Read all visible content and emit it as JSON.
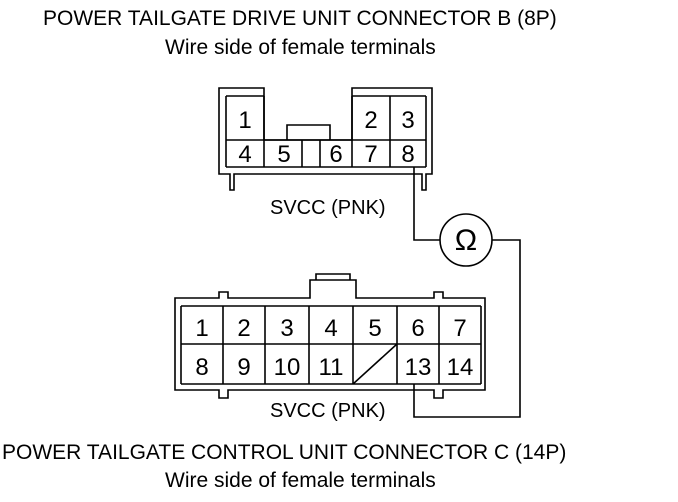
{
  "connector_b": {
    "title": "POWER TAILGATE DRIVE UNIT CONNECTOR B (8P)",
    "subtitle": "Wire side of female terminals",
    "top_row": [
      "1",
      "2",
      "3"
    ],
    "bottom_row": [
      "4",
      "5",
      "6",
      "7",
      "8"
    ],
    "wire_label": "SVCC (PNK)"
  },
  "connector_c": {
    "title": "POWER TAILGATE CONTROL UNIT CONNECTOR C (14P)",
    "subtitle": "Wire side of female terminals",
    "top_row": [
      "1",
      "2",
      "3",
      "4",
      "5",
      "6",
      "7"
    ],
    "bottom_row": [
      "8",
      "9",
      "10",
      "11",
      "",
      "13",
      "14"
    ],
    "wire_label": "SVCC (PNK)"
  },
  "meter": {
    "symbol": "Ω",
    "icon": "ohmmeter-icon"
  }
}
